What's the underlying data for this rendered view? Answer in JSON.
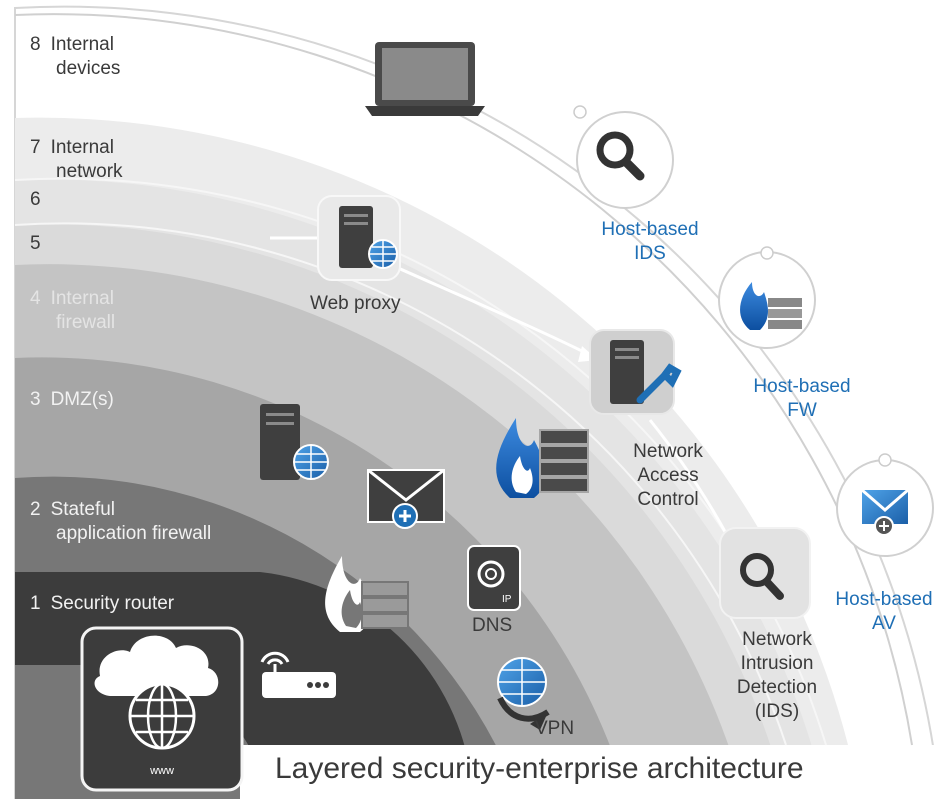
{
  "diagram": {
    "title": "Layered security-enterprise architecture",
    "layers": [
      {
        "num": "8",
        "line1": "Internal",
        "line2": "devices"
      },
      {
        "num": "7",
        "line1": "Internal",
        "line2": "network"
      },
      {
        "num": "6",
        "line1": ""
      },
      {
        "num": "5",
        "line1": ""
      },
      {
        "num": "4",
        "line1": "Internal",
        "line2": "firewall"
      },
      {
        "num": "3",
        "line1": "DMZ(s)"
      },
      {
        "num": "2",
        "line1": "Stateful",
        "line2": "application firewall"
      },
      {
        "num": "1",
        "line1": "Security router"
      }
    ],
    "components": {
      "web_proxy": "Web proxy",
      "nac": [
        "Network",
        "Access",
        "Control"
      ],
      "nids": [
        "Network",
        "Intrusion",
        "Detection",
        "(IDS)"
      ],
      "dns": "DNS",
      "vpn": "VPN",
      "www": "www",
      "ip": "IP"
    },
    "host_based": {
      "ids": [
        "Host-based",
        "IDS"
      ],
      "fw": [
        "Host-based",
        "FW"
      ],
      "av": [
        "Host-based",
        "AV"
      ]
    },
    "colors": {
      "band8": "#ffffff",
      "band7": "#ececec",
      "band6": "#e3e3e3",
      "band5": "#dadada",
      "band4": "#c4c4c4",
      "band3": "#a6a6a6",
      "band2": "#777777",
      "band1": "#3c3c3c",
      "accent_blue": "#1f6fb5"
    }
  }
}
